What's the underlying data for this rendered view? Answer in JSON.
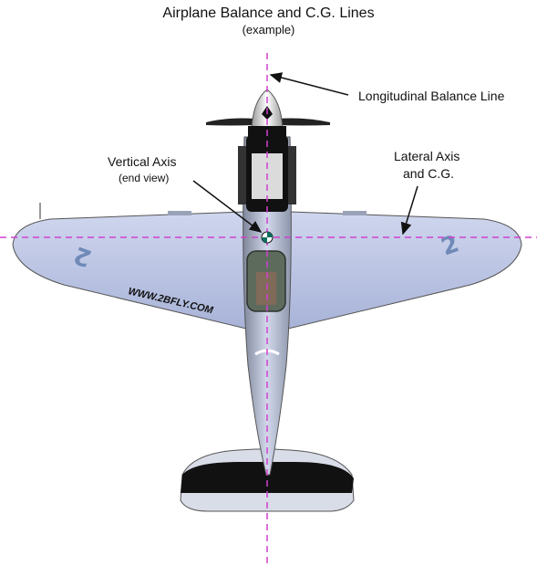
{
  "title": "Airplane Balance and C.G. Lines",
  "subtitle": "(example)",
  "labels": {
    "longitudinal": "Longitudinal Balance Line",
    "vertical": "Vertical Axis",
    "vertical_sub": "(end view)",
    "lateral_line1": "Lateral Axis",
    "lateral_line2": "and C.G."
  },
  "aircraft_markings": {
    "website": "WWW.2BFLY.COM",
    "roundel_number": "2"
  },
  "colors": {
    "guide_lines": "#d040d0",
    "wing": "#b9c3e3",
    "number_marking": "#6f8ab8"
  }
}
